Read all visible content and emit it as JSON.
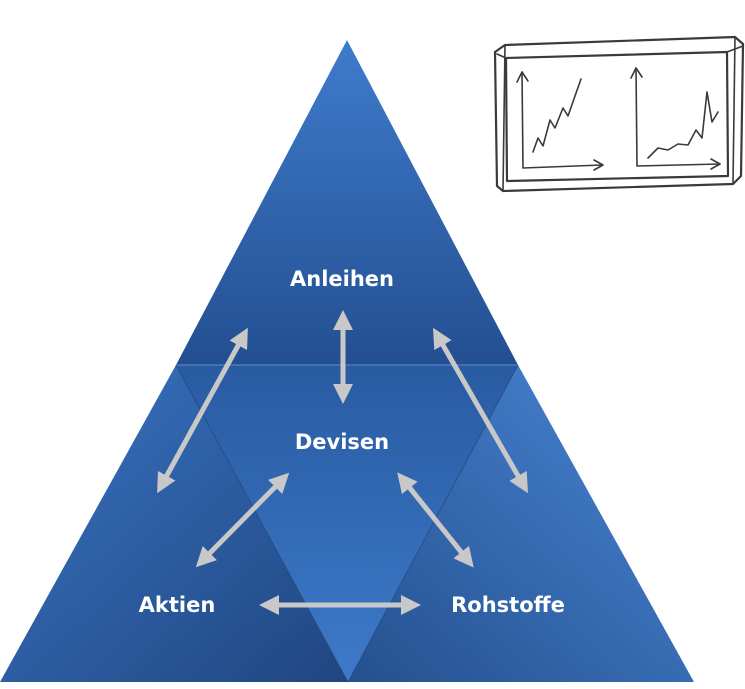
{
  "diagram": {
    "nodes": {
      "top": "Anleihen",
      "center": "Devisen",
      "bottom_left": "Aktien",
      "bottom_right": "Rohstoffe"
    }
  },
  "colors": {
    "pyramid_dark": "#1f4a86",
    "pyramid_mid": "#2e64ad",
    "pyramid_light": "#4a86d4",
    "arrow": "#c8c8c8"
  },
  "sketch": {
    "icon": "monitor-with-two-line-charts-icon"
  }
}
